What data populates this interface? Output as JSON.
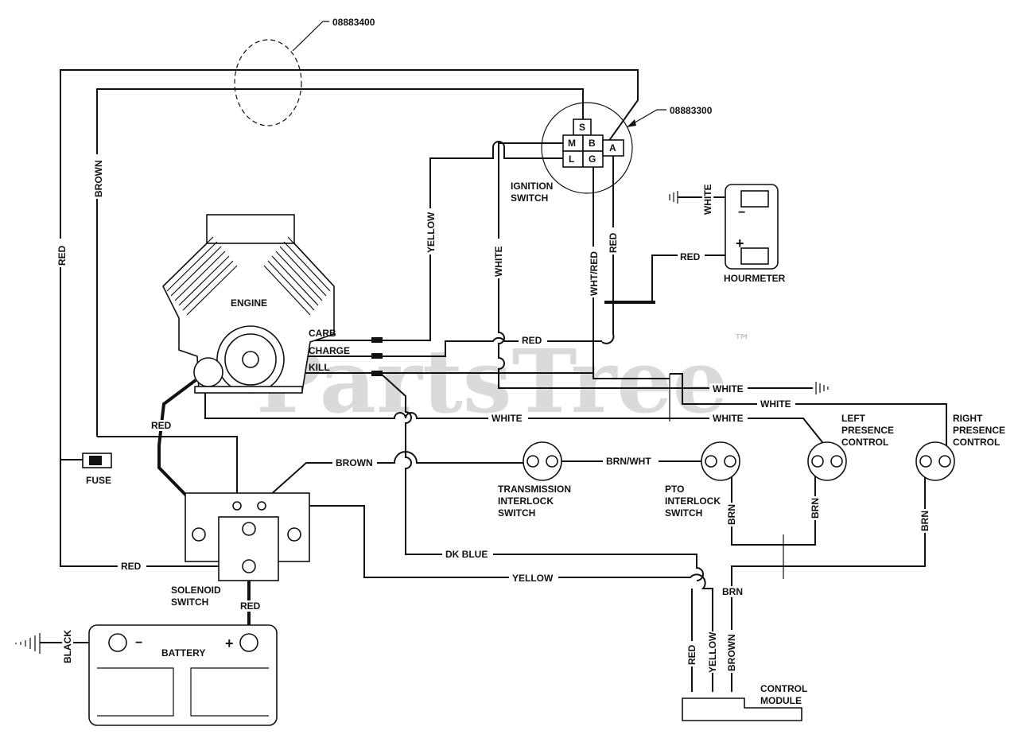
{
  "part_numbers": {
    "wire_harness": "08883400",
    "ignition_switch": "08883300"
  },
  "components": {
    "engine": "ENGINE",
    "carb": "CARB",
    "charge": "CHARGE",
    "kill": "KILL",
    "ignition_switch_line1": "IGNITION",
    "ignition_switch_line2": "SWITCH",
    "hourmeter": "HOURMETER",
    "fuse": "FUSE",
    "solenoid_line1": "SOLENOID",
    "solenoid_line2": "SWITCH",
    "battery": "BATTERY",
    "transmission_line1": "TRANSMISSION",
    "transmission_line2": "INTERLOCK",
    "transmission_line3": "SWITCH",
    "pto_line1": "PTO",
    "pto_line2": "INTERLOCK",
    "pto_line3": "SWITCH",
    "left_presence_line1": "LEFT",
    "left_presence_line2": "PRESENCE",
    "left_presence_line3": "CONTROL",
    "right_presence_line1": "RIGHT",
    "right_presence_line2": "PRESENCE",
    "right_presence_line3": "CONTROL",
    "control_module_line1": "CONTROL",
    "control_module_line2": "MODULE"
  },
  "terminals": {
    "s": "S",
    "m": "M",
    "b": "B",
    "l": "L",
    "g": "G",
    "a": "A",
    "minus": "−",
    "plus": "+",
    "batt_minus": "−",
    "batt_plus": "+"
  },
  "wires": {
    "red_left": "RED",
    "brown_left": "BROWN",
    "yellow_top": "YELLOW",
    "white_mid": "WHITE",
    "wht_red": "WHT/RED",
    "red_ign": "RED",
    "red_hour": "RED",
    "white_hour": "WHITE",
    "red_charge": "RED",
    "white_ground": "WHITE",
    "white_right": "WHITE",
    "white_bottom_left": "WHITE",
    "white_bottom_right": "WHITE",
    "red_solenoid": "RED",
    "brown_mid": "BROWN",
    "brn_wht": "BRN/WHT",
    "brn_pto": "BRN",
    "brn_left": "BRN",
    "brn_right": "BRN",
    "brn_module": "BRN",
    "dk_blue": "DK BLUE",
    "yellow_bottom": "YELLOW",
    "red_fuse": "RED",
    "red_batt": "RED",
    "black": "BLACK",
    "red_module": "RED",
    "yellow_module": "YELLOW",
    "brown_module": "BROWN"
  },
  "watermark": {
    "text": "PartsTree",
    "tm": "™"
  }
}
